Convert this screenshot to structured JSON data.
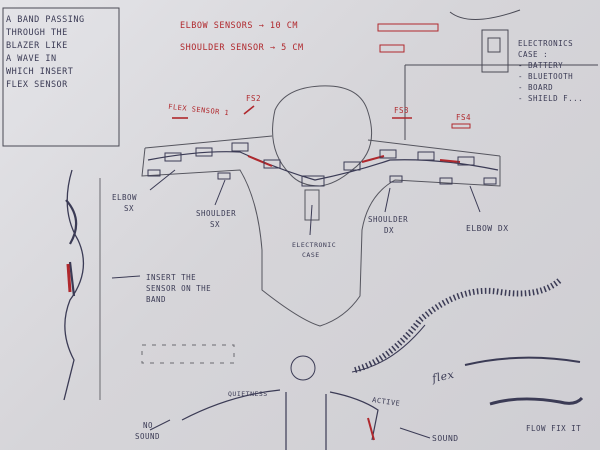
{
  "intro_note": [
    "A BAND PASSING",
    "THROUGH THE",
    "BLAZER LIKE",
    "A WAVE IN",
    "WHICH INSERT",
    "FLEX SENSOR"
  ],
  "elbow_sensors": "ELBOW SENSORS → 10 CM",
  "shoulder_sensor": "SHOULDER SENSOR → 5 CM",
  "electronics_case": {
    "title": [
      "ELECTRONICS",
      "CASE :"
    ],
    "items": [
      "- BATTERY",
      "- BLUETOOTH",
      "- BOARD",
      "- SHIELD F..."
    ]
  },
  "flex_labels": {
    "fs1": "FLEX SENSOR 1",
    "fs2": "FS2",
    "fs3": "FS3",
    "fs4": "FS4"
  },
  "body_labels": {
    "elbow_sx": [
      "ELBOW",
      "SX"
    ],
    "shoulder_sx": [
      "SHOULDER",
      "SX"
    ],
    "electronic_case": [
      "ELECTRONIC",
      "CASE"
    ],
    "shoulder_dx": [
      "SHOULDER",
      "DX"
    ],
    "elbow_dx": "ELBOW DX"
  },
  "insert_note": [
    "INSERT THE",
    "SENSOR ON THE",
    "BAND"
  ],
  "figure_labels": {
    "quietness": "QUIETNESS",
    "active": "ACTIVE",
    "no_sound": [
      "NO",
      "SOUND"
    ],
    "sound": "SOUND"
  },
  "flex_word": "flex",
  "flow_fix": "FLOW FIX IT",
  "colors": {
    "ink": "#3b3b55",
    "red": "#b0282d",
    "paper": "#dcdbe0"
  }
}
